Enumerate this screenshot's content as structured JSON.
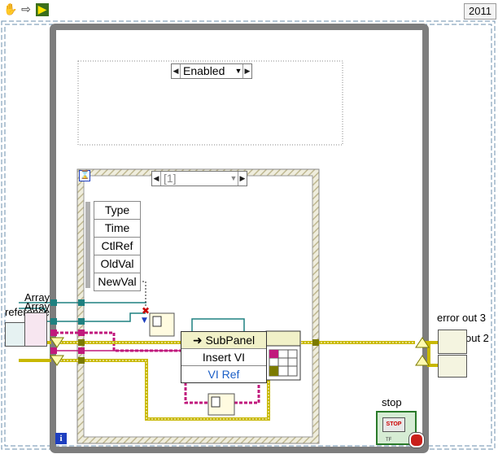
{
  "toolbar": {
    "icons": [
      "hand-icon",
      "forward-icon",
      "run-arrow-icon"
    ],
    "year_badge": "2011"
  },
  "event_selector": {
    "value": "Enabled"
  },
  "case_selector": {
    "value": "[1]"
  },
  "unbundle": {
    "rows": [
      "Type",
      "Time",
      "CtlRef",
      "OldVal",
      "NewVal"
    ]
  },
  "property_node": {
    "header": "SubPanel",
    "method": "Insert VI",
    "input": "VI Ref"
  },
  "labels": {
    "array_a": "Array",
    "array_b": "Array",
    "reference": "reference",
    "error_out_3": "error out 3",
    "error_out_2": "out 2",
    "stop": "stop"
  },
  "stop_button": {
    "text": "STOP",
    "tf": "TF"
  },
  "loop_info": "i",
  "colors": {
    "loop_border": "#7d7d7d",
    "struct_hatch": "#d9d5c0",
    "error_wire": "#c8b800",
    "refnum_wire": "#1e8080",
    "cluster_wire": "#c0197c"
  }
}
